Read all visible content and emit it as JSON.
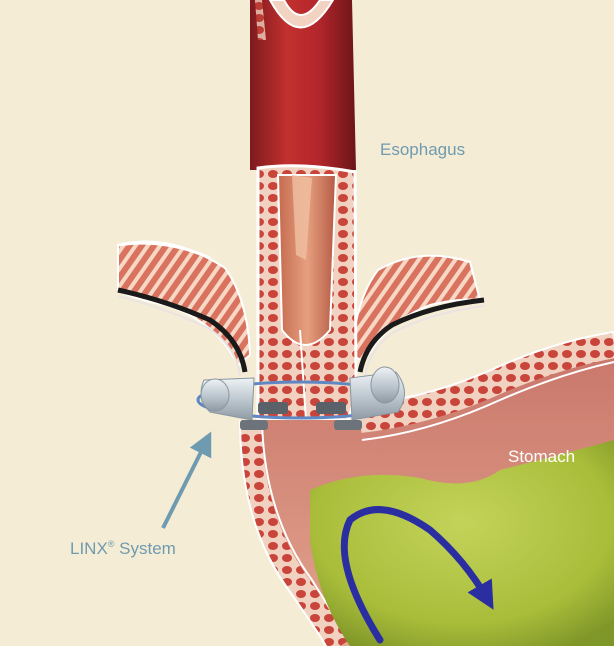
{
  "labels": {
    "esophagus": "Esophagus",
    "stomach": "Stomach",
    "device_name": "LINX",
    "device_mark": "®",
    "device_suffix": " System"
  },
  "colors": {
    "background": "#f5ecd6",
    "label_blue": "#6f9bb0",
    "stomach_label": "#ffffff",
    "muscle_red": "#b3262b",
    "muscle_dark": "#7d1a1d",
    "tissue_pink": "#d98273",
    "tissue_light": "#f2c7b2",
    "gastric_green": "#a9bd3a",
    "arrow_blue": "#2a2ea0",
    "device_silver": "#c2cbd3"
  }
}
